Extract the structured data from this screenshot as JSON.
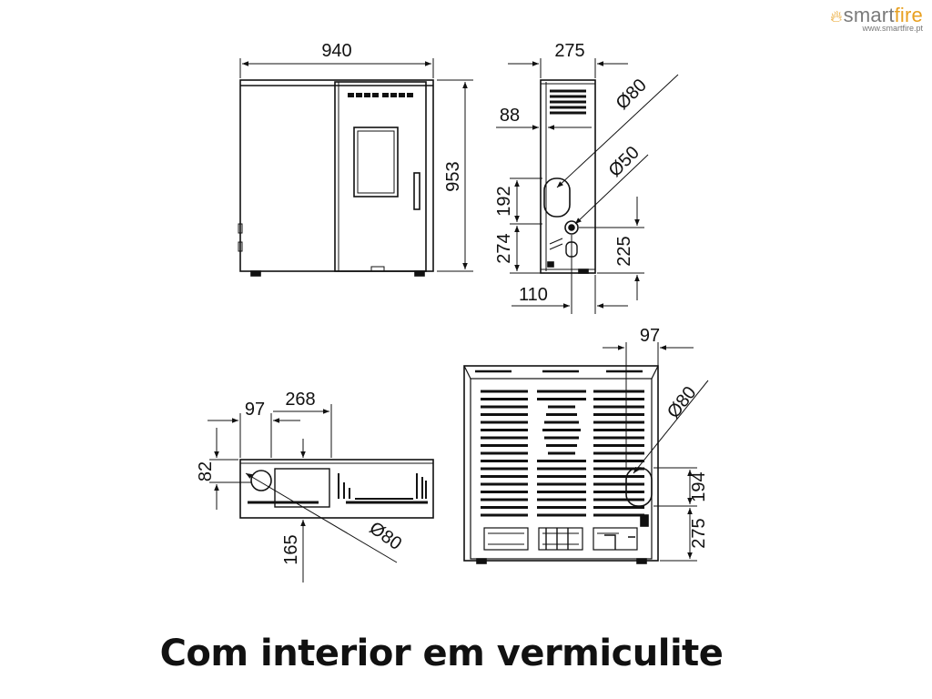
{
  "brand": {
    "name_part1": "smart",
    "name_part2": "fire",
    "url": "www.smartfire.pt",
    "flame_icon": "flame-icon",
    "accent_color": "#e8a020",
    "text_color": "#7a7a7a"
  },
  "caption": "Com interior em vermiculite",
  "front_view": {
    "width_label": "940",
    "height_label": "953"
  },
  "side_view": {
    "depth_label": "275",
    "offset_top_label": "88",
    "flue_diameter_label": "Ø80",
    "inlet_diameter_label": "Ø50",
    "flue_height_label": "192",
    "lower_height_label": "274",
    "inlet_height_label": "225",
    "bottom_offset_label": "110"
  },
  "top_view": {
    "label_268": "268",
    "label_97": "97",
    "label_82": "82",
    "label_165": "165",
    "diameter_label": "Ø80"
  },
  "rear_view": {
    "label_97": "97",
    "diameter_label": "Ø80",
    "label_194": "194",
    "label_275": "275"
  }
}
